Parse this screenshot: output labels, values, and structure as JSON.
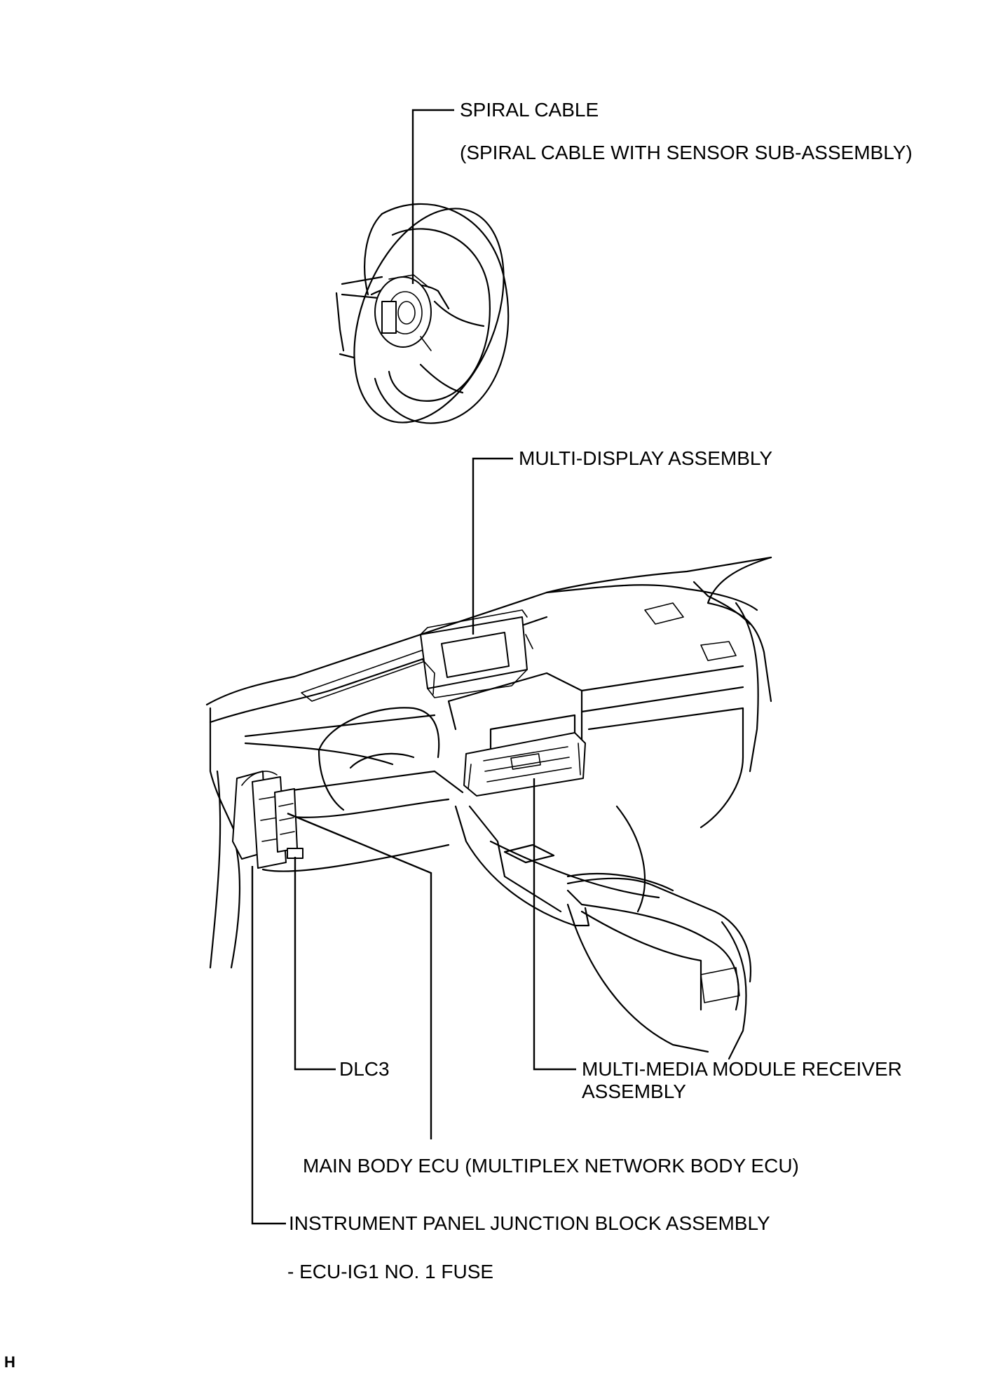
{
  "labels": {
    "spiral_cable": "SPIRAL CABLE",
    "spiral_cable_sub": "(SPIRAL CABLE WITH SENSOR SUB-ASSEMBLY)",
    "multi_display": "MULTI-DISPLAY ASSEMBLY",
    "dlc3": "DLC3",
    "multi_media_line1": "MULTI-MEDIA MODULE RECEIVER",
    "multi_media_line2": "ASSEMBLY",
    "main_body_ecu": "MAIN BODY ECU (MULTIPLEX NETWORK BODY ECU)",
    "junction_block": "INSTRUMENT PANEL JUNCTION BLOCK ASSEMBLY",
    "fuse": "- ECU-IG1 NO. 1 FUSE"
  },
  "corner_mark": "H",
  "colors": {
    "line": "#000000",
    "background": "#ffffff"
  }
}
